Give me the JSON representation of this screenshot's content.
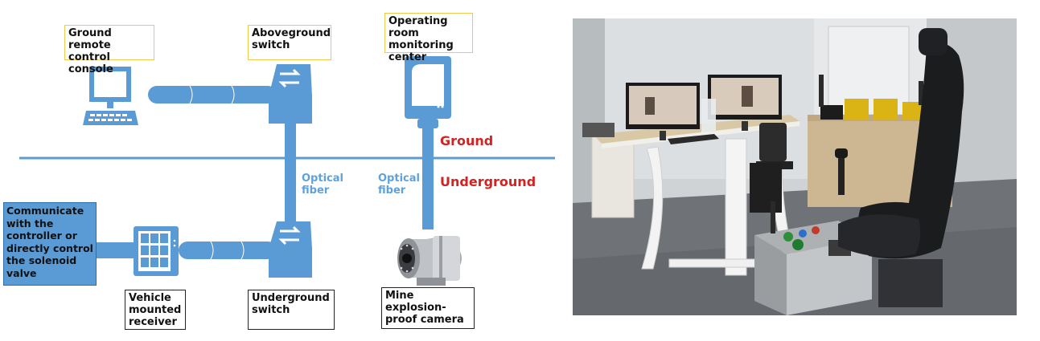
{
  "labels": {
    "ground_console": "Ground remote control console",
    "aboveground_switch": "Aboveground switch",
    "monitoring_center": "Operating room monitoring center",
    "communicate": "Communicate with the controller or directly control the solenoid valve",
    "vehicle_receiver": "Vehicle mounted receiver",
    "underground_switch": "Underground switch",
    "camera": "Mine explosion-proof camera",
    "optical_fiber_left": "Optical fiber",
    "optical_fiber_right": "Optical fiber",
    "ground": "Ground",
    "underground": "Underground"
  },
  "colors": {
    "pipe": "#5b9bd5",
    "pipe_edge": "#2f6faa",
    "label_border_ground": "#f2c94c",
    "label_border_underground": "#222222",
    "zone_text": "#d32222",
    "fiber_text": "#5ea2dc"
  },
  "icons": [
    "computer-monitor-icon",
    "network-switch-icon",
    "server-icon",
    "tablet-receiver-icon",
    "camera-icon"
  ]
}
